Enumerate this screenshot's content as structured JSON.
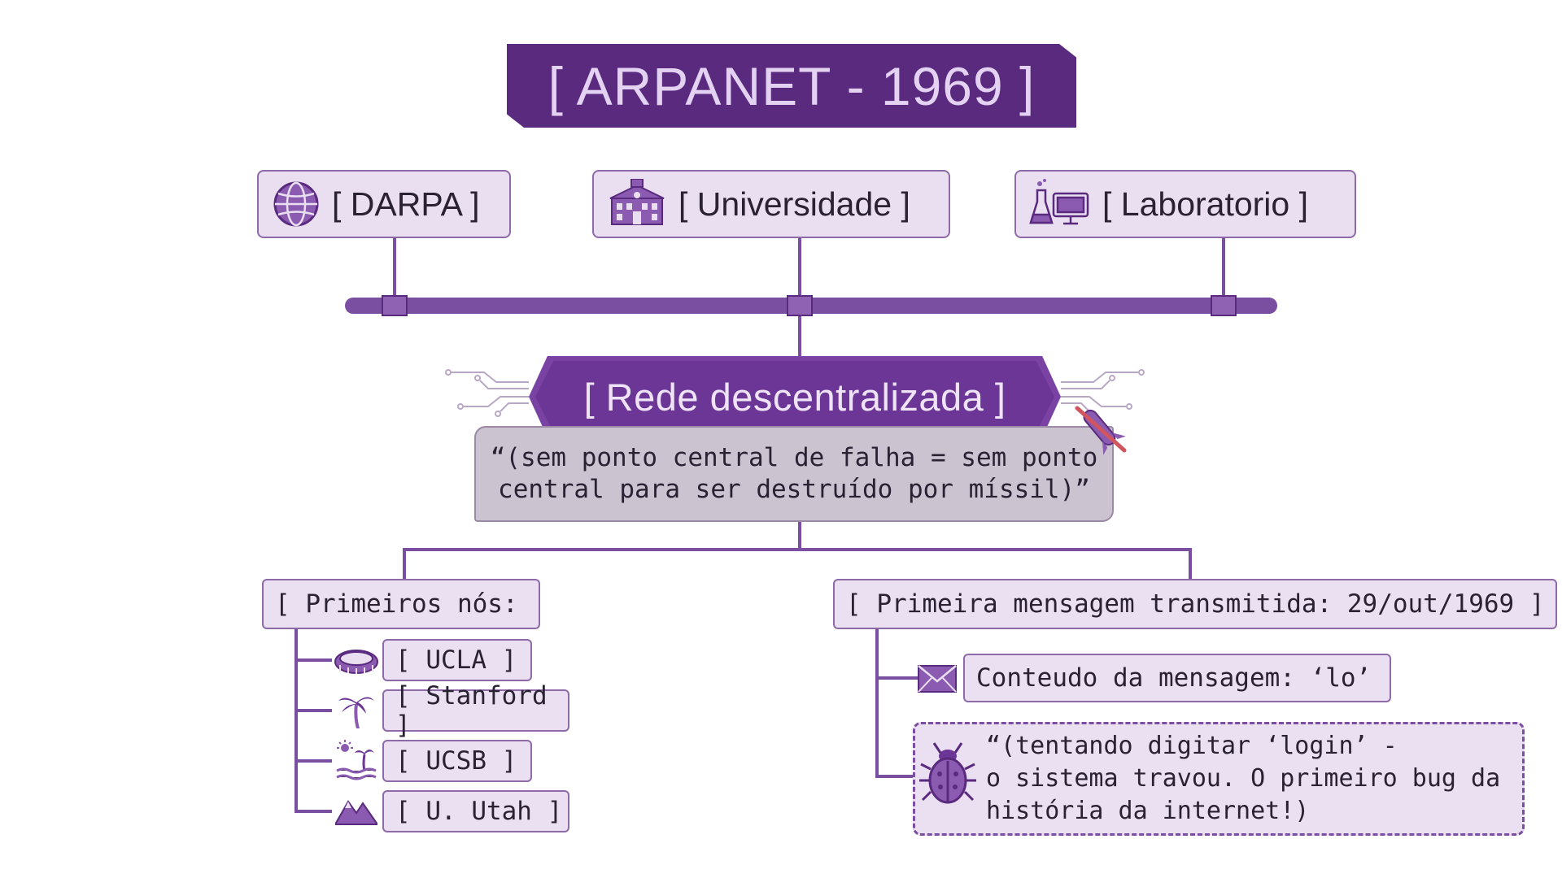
{
  "title": "[ ARPANET - 1969 ]",
  "top_nodes": [
    {
      "label": "[ DARPA ]",
      "icon": "globe-icon"
    },
    {
      "label": "[ Universidade ]",
      "icon": "university-building-icon"
    },
    {
      "label": "[ Laboratorio ]",
      "icon": "lab-flask-computer-icon"
    }
  ],
  "network": {
    "label": "[ Rede descentralizada ]",
    "note": "“(sem ponto central de falha = sem ponto central para ser destruído por míssil)”",
    "note_line1": "“(sem ponto central de falha = sem ponto",
    "note_line2": "central para ser destruído por míssil)”"
  },
  "first_nodes": {
    "header": "[ Primeiros nós:",
    "items": [
      {
        "label": "[ UCLA ]",
        "icon": "stadium-icon"
      },
      {
        "label": "[ Stanford ]",
        "icon": "palm-tree-icon"
      },
      {
        "label": "[ UCSB ]",
        "icon": "beach-sun-icon"
      },
      {
        "label": "[ U. Utah ]",
        "icon": "mountain-icon"
      }
    ]
  },
  "first_message": {
    "header": "[ Primeira mensagem transmitida: 29/out/1969 ]",
    "content": "Conteudo da mensagem: ‘lo’",
    "bug_note_line1": "“(tentando digitar ‘login’ -",
    "bug_note_line2": "o sistema travou. O primeiro bug da",
    "bug_note_line3": "história da internet!)"
  },
  "colors": {
    "primary": "#5a2a7e",
    "accent": "#7a43a3",
    "light": "#e9dff0",
    "line": "#7a4ea1"
  }
}
